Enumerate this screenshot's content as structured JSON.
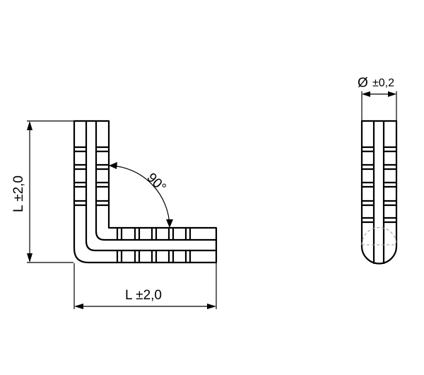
{
  "dimensions": {
    "height_label": "L ±2,0",
    "width_label": "L ±2,0",
    "angle_label": "90°",
    "diameter_symbol": "Ø",
    "diameter_tolerance": "±0,2"
  }
}
